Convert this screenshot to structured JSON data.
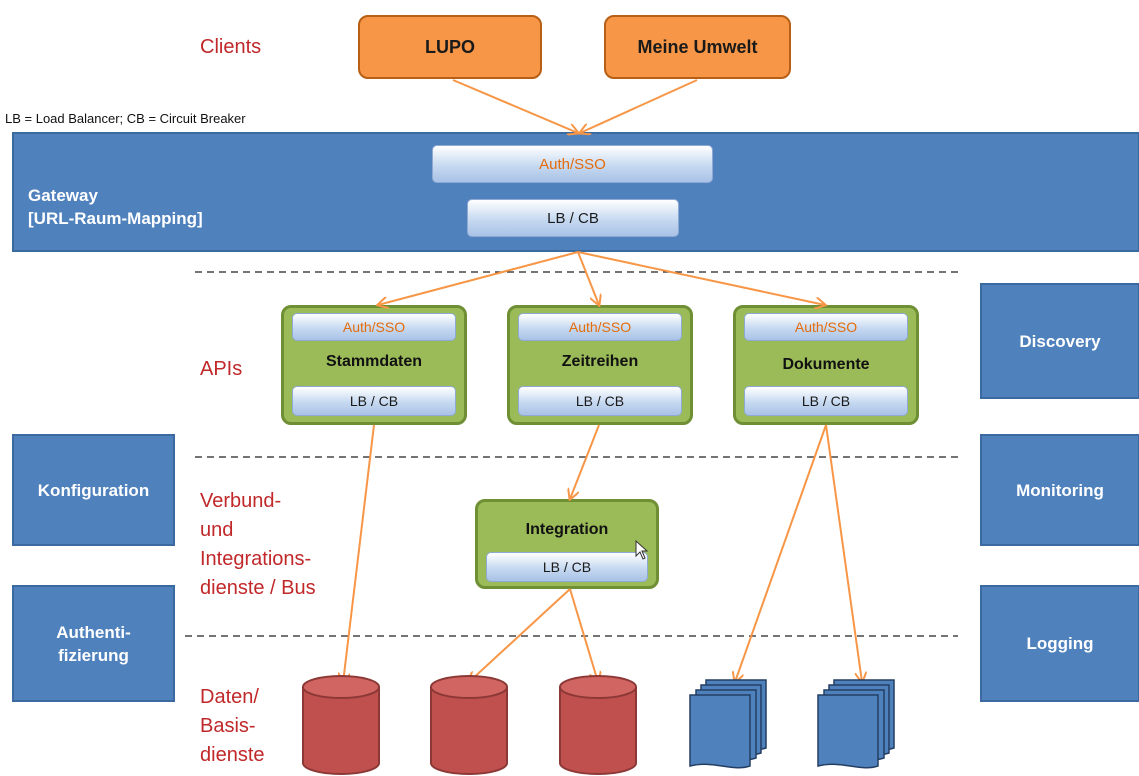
{
  "legend": "LB = Load Balancer; CB = Circuit Breaker",
  "layers": {
    "clients": "Clients",
    "apis": "APIs",
    "verbund": [
      "Verbund-",
      "und",
      "Integrations-",
      "dienste / Bus"
    ],
    "daten": [
      "Daten/",
      "Basis-",
      "dienste"
    ]
  },
  "clients": [
    "LUPO",
    "Meine Umwelt"
  ],
  "gateway": {
    "title_line1": "Gateway",
    "title_line2": "[URL-Raum-Mapping]",
    "auth": "Auth/SSO",
    "lb": "LB / CB"
  },
  "services": [
    {
      "name": "Stammdaten",
      "auth": "Auth/SSO",
      "lb": "LB / CB"
    },
    {
      "name": "Zeitreihen",
      "auth": "Auth/SSO",
      "lb": "LB / CB"
    },
    {
      "name": "Dokumente",
      "auth": "Auth/SSO",
      "lb": "LB / CB"
    }
  ],
  "integration": {
    "name": "Integration",
    "lb": "LB / CB"
  },
  "left_boxes": {
    "konfiguration": "Konfiguration",
    "authentifizierung": [
      "Authenti-",
      "fizierung"
    ]
  },
  "right_boxes": {
    "discovery": "Discovery",
    "monitoring": "Monitoring",
    "logging": "Logging"
  },
  "colors": {
    "client": "#f79646",
    "gateway": "#4f81bd",
    "service": "#9bbb59",
    "database": "#c0504d",
    "document": "#4f81bd",
    "arrow": "#f79646",
    "layer_label": "#c0282a"
  },
  "icons": {
    "databases": [
      "database-icon",
      "database-icon",
      "database-icon"
    ],
    "documents": [
      "document-stack-icon",
      "document-stack-icon"
    ],
    "cursor": "mouse-pointer-icon"
  }
}
